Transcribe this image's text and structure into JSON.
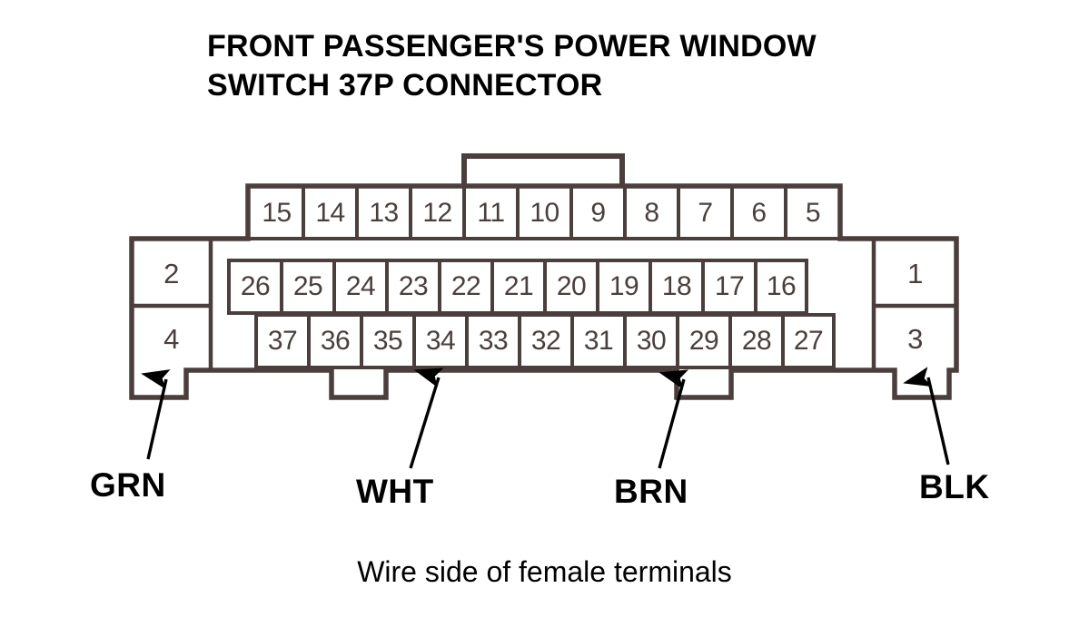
{
  "title": "FRONT PASSENGER'S POWER WINDOW\nSWITCH 37P CONNECTOR",
  "caption": "Wire side of female terminals",
  "connector": {
    "name": "37P connector",
    "pin_count": 37,
    "left_column": {
      "top_pin": "2",
      "bottom_pin": "4"
    },
    "right_column": {
      "top_pin": "1",
      "bottom_pin": "3"
    },
    "rows": {
      "top": [
        "15",
        "14",
        "13",
        "12",
        "11",
        "10",
        "9",
        "8",
        "7",
        "6",
        "5"
      ],
      "middle": [
        "26",
        "25",
        "24",
        "23",
        "22",
        "21",
        "20",
        "19",
        "18",
        "17",
        "16"
      ],
      "bottom": [
        "37",
        "36",
        "35",
        "34",
        "33",
        "32",
        "31",
        "30",
        "29",
        "28",
        "27"
      ]
    },
    "latch_tab_over_pins": [
      "11",
      "10",
      "9"
    ]
  },
  "wire_labels": [
    {
      "id": "grn",
      "text": "GRN",
      "points_to": "left bottom tab"
    },
    {
      "id": "wht",
      "text": "WHT",
      "points_to": "pin 34"
    },
    {
      "id": "brn",
      "text": "BRN",
      "points_to": "pin 29"
    },
    {
      "id": "blk",
      "text": "BLK",
      "points_to": "right bottom tab"
    }
  ],
  "colors": {
    "outline": "#4a3f3c",
    "text": "#000000",
    "pin_text": "#4a3f3c",
    "background": "#ffffff"
  }
}
